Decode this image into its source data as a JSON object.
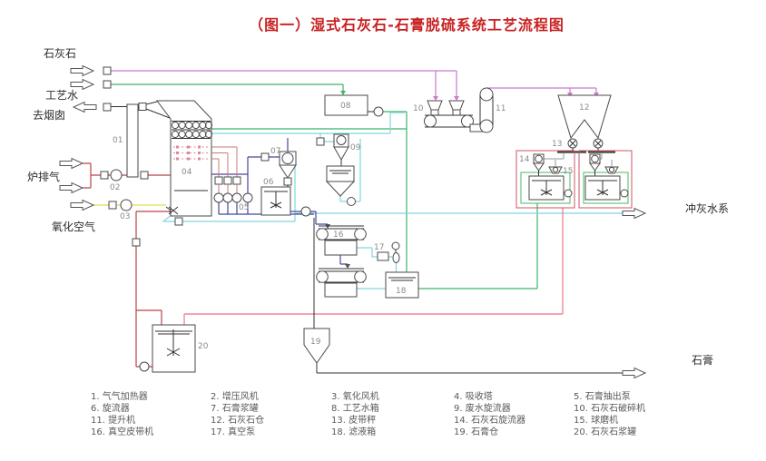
{
  "title": "（图一）湿式石灰石-石膏脱硫系统工艺流程图",
  "streams": {
    "limestone": "石灰石",
    "process_water": "工艺水",
    "to_stack": "去烟囱",
    "furnace_exhaust": "炉排气",
    "oxidation_air": "氧化空气",
    "ash_flush_water": "冲灰水系",
    "gypsum": "石膏"
  },
  "tags": {
    "t01": "01",
    "t02": "02",
    "t03": "03",
    "t04": "04",
    "t05": "05",
    "t06": "06",
    "t07": "07",
    "t08": "08",
    "t09": "09",
    "t10": "10",
    "t11": "11",
    "t12": "12",
    "t13": "13",
    "t14": "14",
    "t15": "15",
    "t16": "16",
    "t17": "17",
    "t18": "18",
    "t19": "19",
    "t20": "20"
  },
  "legend": [
    "1. 气气加热器",
    "2. 增压风机",
    "3. 氧化风机",
    "4. 吸收塔",
    "5. 石膏抽出泵",
    "6. 旋流器",
    "7. 石膏浆罐",
    "8. 工艺水箱",
    "9. 废水旋流器",
    "10. 石灰石破碎机",
    "11. 提升机",
    "12. 石灰石仓",
    "13. 皮带秤",
    "14. 石灰石旋流器",
    "15. 球磨机",
    "16. 真空皮带机",
    "17. 真空泵",
    "18. 滤液箱",
    "19. 石膏仓",
    "20. 石灰石浆罐"
  ],
  "colors": {
    "title": "#c82121",
    "limestone_line": "#cc77cc",
    "water_line": "#3cb46a",
    "cyan_line": "#7fd8dd",
    "navy_line": "#4646a0",
    "slurry_line": "#bb4444",
    "pink_line": "#ee8899",
    "yellow_line": "#e8e06a",
    "outline": "#4a4a4a"
  }
}
